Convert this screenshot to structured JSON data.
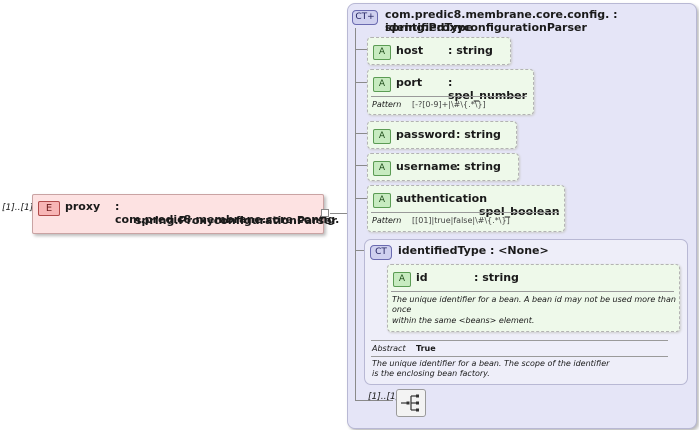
{
  "element": {
    "badge": "E",
    "multiplicity": "[1]..[1]",
    "name": "proxy",
    "type_line1": ": com.predic8.membrane.core.config.",
    "type_line2": "spring.ProxyconfigurationParser"
  },
  "complex_type": {
    "badge": "CT+",
    "title_line1": "com.predic8.membrane.core.config. : identifiedType",
    "title_line2": "spring.ProxyconfigurationParser",
    "attributes": [
      {
        "badge": "A",
        "name": "host",
        "type": ": string"
      },
      {
        "badge": "A",
        "name": "port",
        "type": ": spel_number",
        "facet_label": "Pattern",
        "facet_value": "[-?[0-9]+|\\#\\{.*\\}]"
      },
      {
        "badge": "A",
        "name": "password",
        "type": ": string"
      },
      {
        "badge": "A",
        "name": "username",
        "type": ": string"
      },
      {
        "badge": "A",
        "name": "authentication",
        "type": ": spel_boolean",
        "facet_label": "Pattern",
        "facet_value": "[[01]|true|false|\\#\\{.*\\}]"
      }
    ],
    "inner": {
      "badge": "CT",
      "title": "identifiedType : <None>",
      "attribute": {
        "badge": "A",
        "name": "id",
        "type": ": string",
        "doc_line1": "The unique identifier for a bean. A bean id may not be used more than",
        "doc_line2": "once",
        "doc_line3": "within the same <beans> element."
      },
      "abstract_label": "Abstract",
      "abstract_value": "True",
      "doc_line1": "The unique identifier for a bean. The scope of the identifier",
      "doc_line2": "is the enclosing bean factory."
    },
    "sequence_multiplicity": "[1]..[1]",
    "sequence_icon": "sequence-icon"
  }
}
